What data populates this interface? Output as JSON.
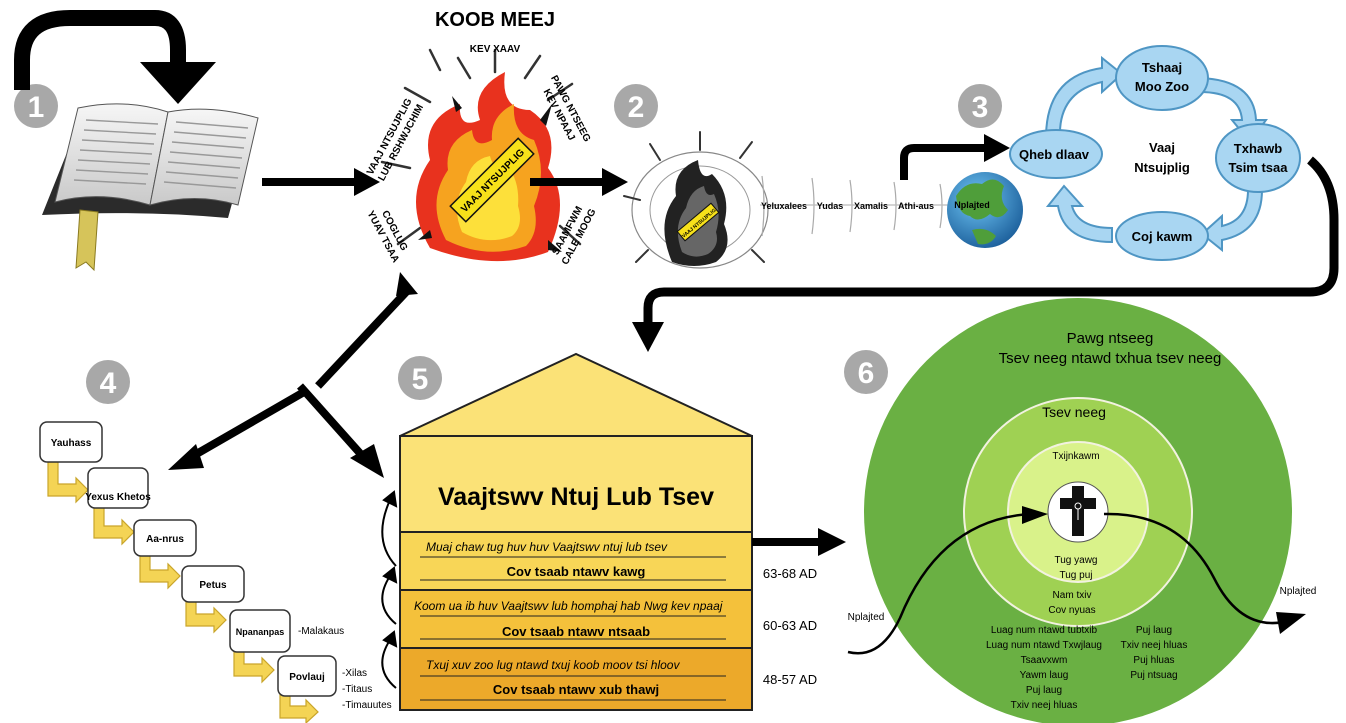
{
  "step_numbers": [
    "1",
    "2",
    "3",
    "4",
    "5",
    "6"
  ],
  "koob_meej": {
    "title": "KOOB MEEJ",
    "center_label": "VAAJ NTSUJPLIG",
    "top": "KEV XAAV",
    "upper_left_1": "VAAJ NTSUJPLIG",
    "upper_left_2": "LUB RSHWJCHIM",
    "upper_right_1": "PAWG NTSEEG",
    "upper_right_2": "KEV NPAAJ",
    "lower_left_1": "COGLUG",
    "lower_left_2": "YUAV TSAA",
    "lower_right_1": "SAAMFWM",
    "lower_right_2": "CALE MOOG"
  },
  "small_fire_label": "VAAJ NTSUJPLIG",
  "regions": [
    "Yeluxalees",
    "Yudas",
    "Xamalis",
    "Athi-aus",
    "Nplajted"
  ],
  "cycle": {
    "center_1": "Vaaj",
    "center_2": "Ntsujplig",
    "top_1": "Tshaaj",
    "top_2": "Moo Zoo",
    "right_1": "Txhawb",
    "right_2": "Tsim tsaa",
    "bottom": "Coj kawm",
    "left": "Qheb dlaav"
  },
  "lineage": {
    "names": [
      "Yauhass",
      "Yexus Khetos",
      "Aa-nrus",
      "Petus",
      "Npananpas",
      "Povlauj"
    ],
    "extra_npananpas": "-Malakaus",
    "extra_povlauj": [
      "-Xilas",
      "-Titaus",
      "-Timauutes"
    ]
  },
  "house": {
    "title": "Vaajtswv Ntuj Lub Tsev",
    "rows": [
      {
        "desc": "Muaj chaw tug huv huv Vaajtswv ntuj lub tsev",
        "name": "Cov tsaab ntawv kawg",
        "date": "63-68 AD"
      },
      {
        "desc": "Koom ua ib huv Vaajtswv lub homphaj hab Nwg kev npaaj",
        "name": "Cov tsaab ntawv ntsaab",
        "date": "60-63 AD"
      },
      {
        "desc": "Txuj xuv zoo lug ntawd txuj koob moov tsi hloov",
        "name": "Cov tsaab ntawv xub thawj",
        "date": "48-57 AD"
      }
    ]
  },
  "circles": {
    "outer_1": "Pawg ntseeg",
    "outer_2": "Tsev neeg ntawd txhua tsev neeg",
    "middle": "Tsev neeg",
    "inner": "Txijnkawm",
    "inner_lower": [
      "Tug yawg",
      "Tug puj"
    ],
    "mid_lower": [
      "Nam txiv",
      "Cov nyuas"
    ],
    "outer_left": [
      "Luag num ntawd tubtxib",
      "Luag num ntawd Txwjlaug",
      "Tsaavxwm",
      "Yawm laug",
      "Puj laug",
      "Txiv neej hluas"
    ],
    "outer_right": [
      "Puj laug",
      "Txiv neej hluas",
      "Puj hluas",
      "Puj ntsuag"
    ],
    "left_label": "Nplajted",
    "right_label": "Nplajted"
  },
  "colors": {
    "arrow": "#000000",
    "step_number": "#a8a8a8",
    "cycle_fill": "#a9d6f2",
    "cycle_stroke": "#4f96c4",
    "house_light": "#fbe277",
    "house_mid": "#f8cd47",
    "house_dark": "#f0b030",
    "circle_outer": "#6ab043",
    "circle_middle": "#9fd153",
    "circle_inner": "#d9f28a",
    "fire_red": "#e8321e",
    "fire_orange": "#f6a31f",
    "fire_yellow": "#fde03a"
  }
}
